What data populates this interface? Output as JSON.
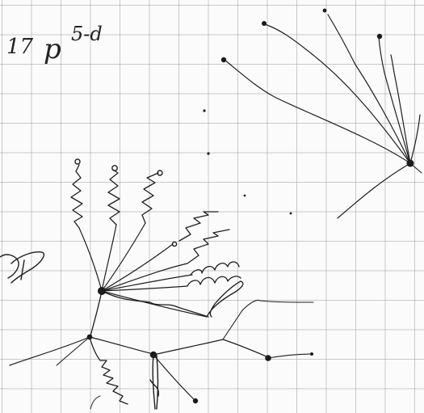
{
  "note": {
    "number": "17",
    "letter": "p",
    "exponent": "5-d"
  },
  "colors": {
    "paper": "#fbfbfb",
    "grid": "#a0a0a0",
    "ink": "#1e1e1e"
  }
}
